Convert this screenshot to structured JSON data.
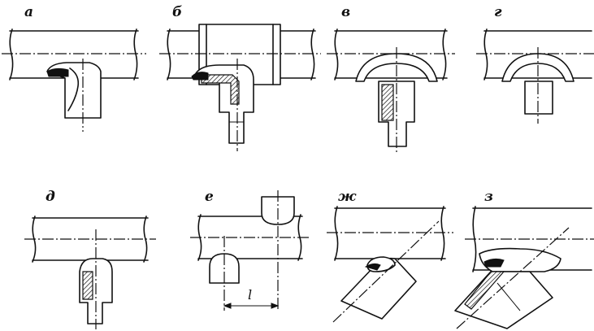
{
  "labels": {
    "a": "а",
    "b": "б",
    "v": "в",
    "g": "г",
    "d": "д",
    "e": "е",
    "zh": "ж",
    "z": "з"
  },
  "dimension": {
    "l": "l"
  }
}
